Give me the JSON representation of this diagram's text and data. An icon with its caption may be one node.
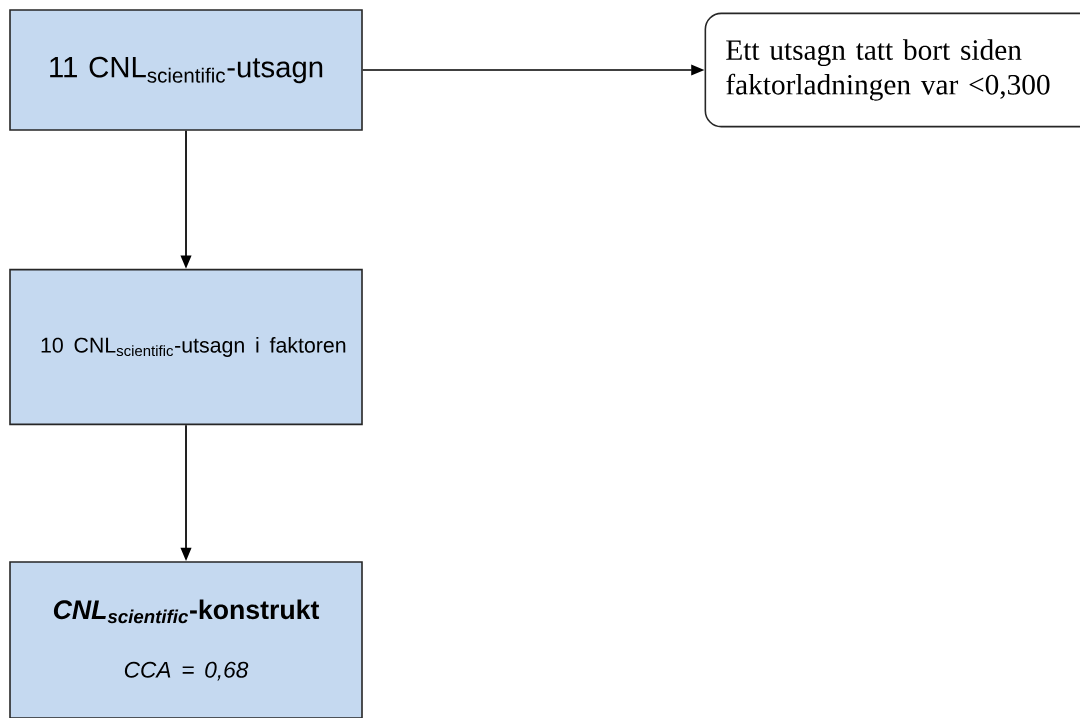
{
  "diagram": {
    "nodes": [
      {
        "text": [
          "\\text{11 CNL}_{\\text{scientific}}\\text{-utsagn}"
        ]
      },
      {
        "text": [
          "\\text{10 CNL}_{\\text{scientific}}\\text{-utsagn i faktoren}"
        ]
      },
      {
        "text": [
          "\\textit{CNL}_{\\textit{scientific}}\\text{-konstrukt}",
          "CCA = 0,68"
        ]
      },
      {
        "text": [
          "Ett utsagn tatt bort siden faktorladningen var <0,300"
        ]
      }
    ],
    "edges": [
      {
        "from": 0,
        "to": 3,
        "arrow": "to"
      },
      {
        "from": 0,
        "to": 1,
        "arrow": "to"
      },
      {
        "from": 1,
        "to": 2,
        "arrow": "to"
      }
    ]
  }
}
